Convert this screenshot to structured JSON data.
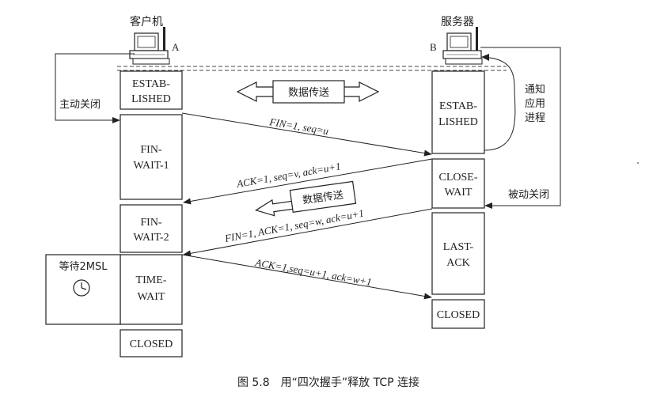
{
  "hosts": {
    "client_label": "客户机",
    "client_letter": "A",
    "server_label": "服务器",
    "server_letter": "B"
  },
  "client_states": {
    "established_1": "ESTAB-",
    "established_2": "LISHED",
    "fin_wait1_1": "FIN-",
    "fin_wait1_2": "WAIT-1",
    "fin_wait2_1": "FIN-",
    "fin_wait2_2": "WAIT-2",
    "time_wait_1": "TIME-",
    "time_wait_2": "WAIT",
    "closed": "CLOSED"
  },
  "server_states": {
    "established_1": "ESTAB-",
    "established_2": "LISHED",
    "close_wait_1": "CLOSE-",
    "close_wait_2": "WAIT",
    "last_ack_1": "LAST-",
    "last_ack_2": "ACK",
    "closed": "CLOSED"
  },
  "messages": {
    "fin1": "FIN=1, seq=u",
    "ack1": "ACK=1, seq=v, ack=u+1",
    "fin2": "FIN=1, ACK=1, seq=w, ack=u+1",
    "ack2": "ACK=1,seq=u+1, ack=w+1"
  },
  "annotations": {
    "active_close": "主动关闭",
    "passive_close": "被动关闭",
    "notify_1": "通知",
    "notify_2": "应用",
    "notify_3": "进程",
    "wait_2msl": "等待2MSL",
    "data_transfer_1": "数据传送",
    "data_transfer_2": "数据传送"
  },
  "caption": "图 5.8　用“四次握手”释放 TCP 连接"
}
